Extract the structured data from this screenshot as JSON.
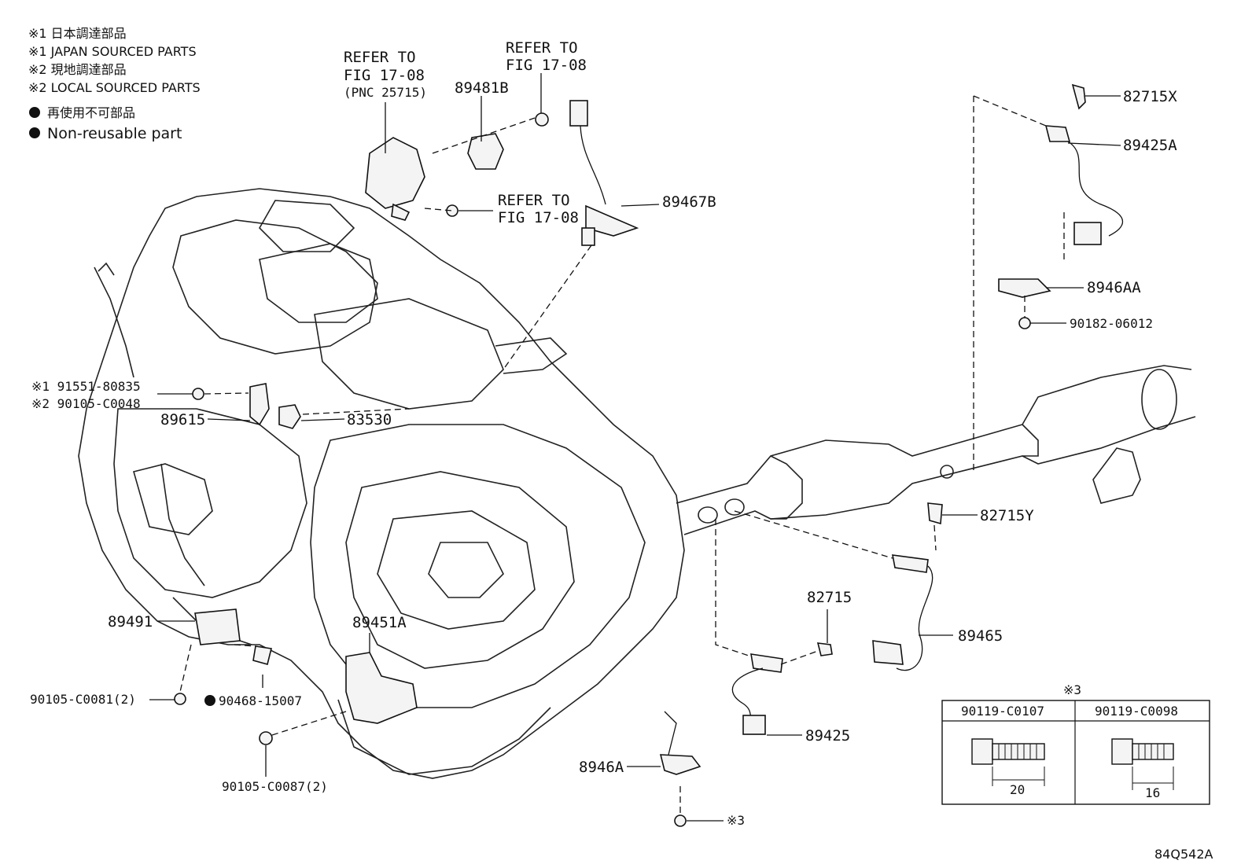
{
  "legend": {
    "line1": "※1 日本調達部品",
    "line2": "※1 JAPAN SOURCED PARTS",
    "line3": "※2 現地調達部品",
    "line4": "※2 LOCAL SOURCED PARTS",
    "line5": "再使用不可部品",
    "line6": "Non-reusable part"
  },
  "refers": {
    "r1a": "REFER TO",
    "r1b": "FIG 17-08",
    "r1c": "(PNC 25715)",
    "r2a": "REFER TO",
    "r2b": "FIG 17-08",
    "r3a": "REFER TO",
    "r3b": "FIG 17-08"
  },
  "parts": {
    "p89481B": "89481B",
    "p89467B": "89467B",
    "p82715X": "82715X",
    "p89425A": "89425A",
    "p8946AA": "8946AA",
    "p90182": "90182-06012",
    "p91551": "※1 91551-80835",
    "p90105_0048": "※2 90105-C0048",
    "p89615": "89615",
    "p83530": "83530",
    "p82715Y": "82715Y",
    "p82715": "82715",
    "p89465": "89465",
    "p89491": "89491",
    "p89451A": "89451A",
    "p90105_0081": "90105-C0081(2)",
    "p90468": "90468-15007",
    "p89425": "89425",
    "p8946A": "8946A",
    "p90105_0087": "90105-C0087(2)",
    "pRef3": "※3"
  },
  "table": {
    "mark": "※3",
    "col1": "90119-C0107",
    "col2": "90119-C0098",
    "dim1": "20",
    "dim2": "16"
  },
  "diagram_code": "84Q542A"
}
